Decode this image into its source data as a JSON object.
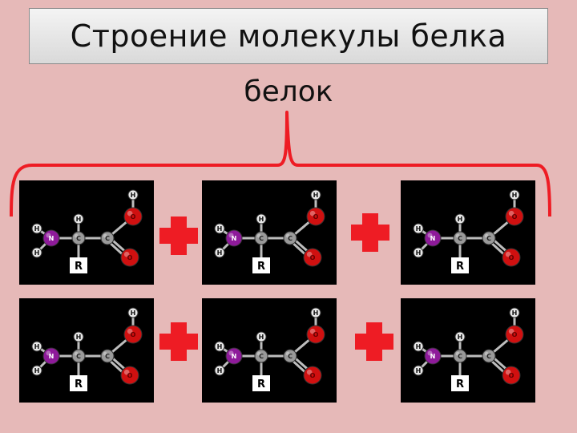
{
  "title": "Строение молекулы белка",
  "subtitle": "белок",
  "molecule": {
    "H": "H",
    "N": "N",
    "C": "C",
    "O": "O",
    "R": "R"
  },
  "colors": {
    "background": "#e6b9b8",
    "brace": "#ee1c24",
    "plus": "#ee1c24",
    "nitrogen": "#8e1a9a",
    "oxygen": "#d01010",
    "carbon": "#9a9a9a",
    "hydrogen": "#e8e8e8"
  }
}
